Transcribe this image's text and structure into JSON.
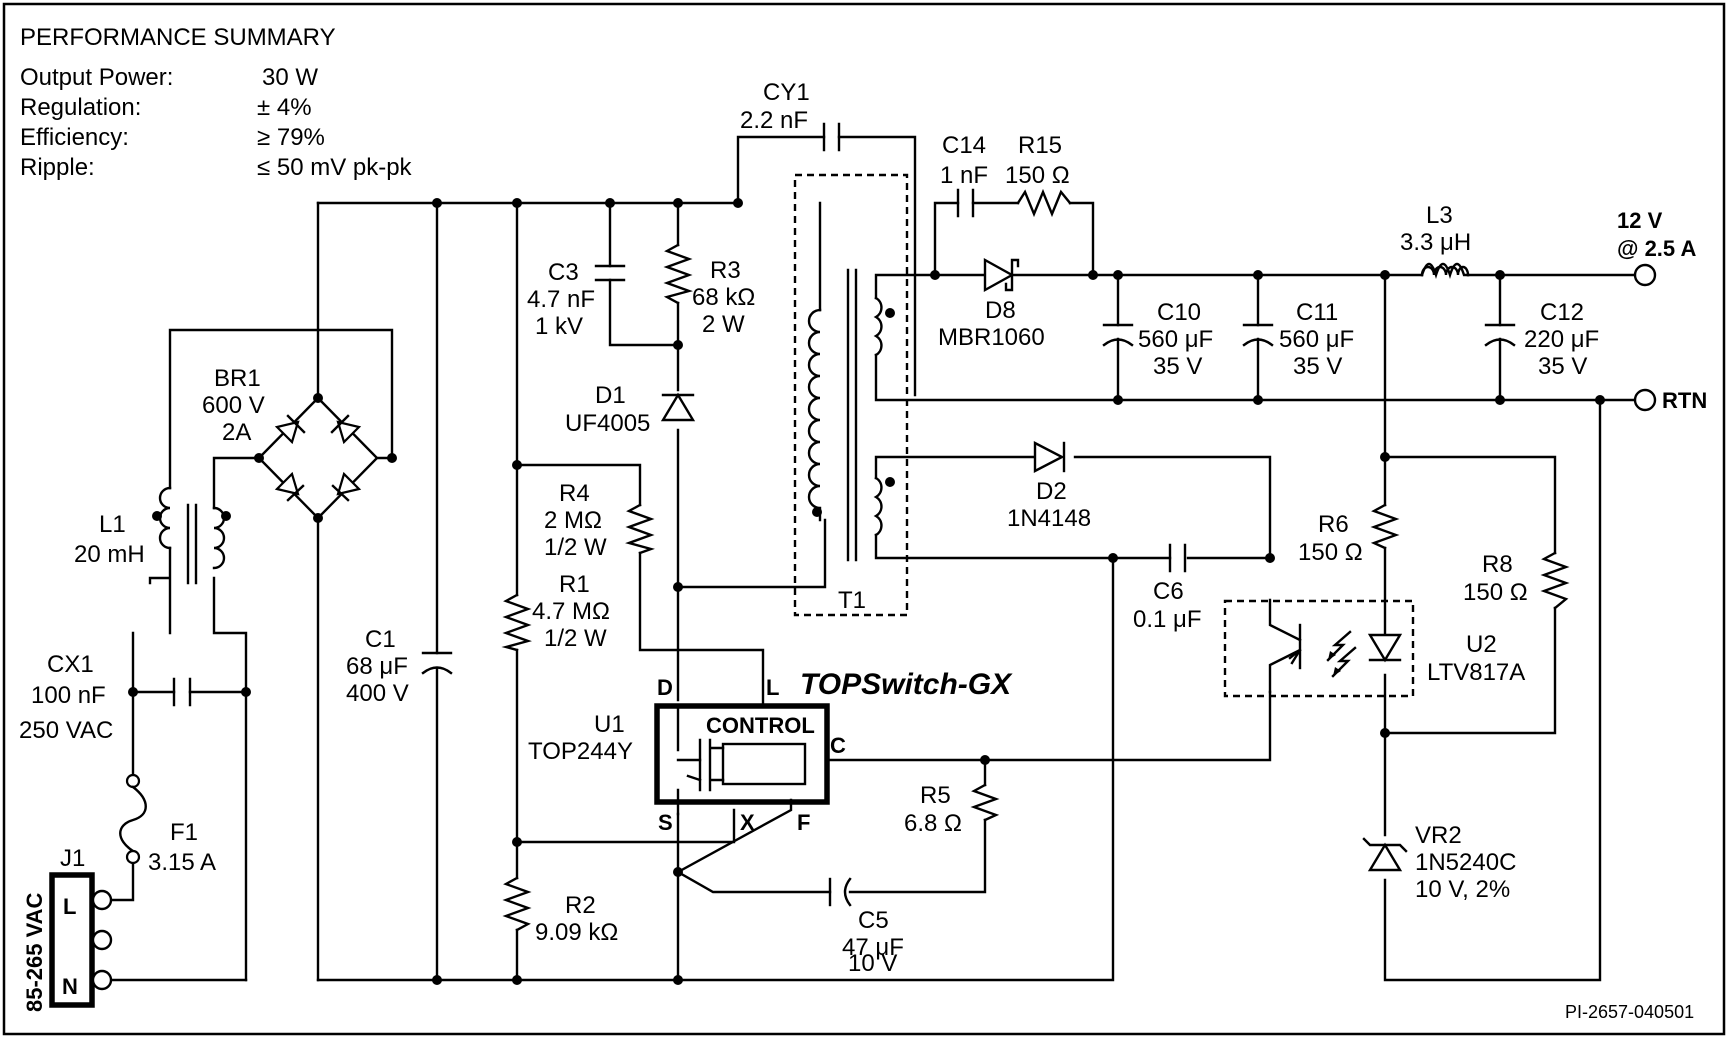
{
  "summary": {
    "title": "PERFORMANCE SUMMARY",
    "rows": [
      {
        "label": "Output Power:",
        "value": "30 W"
      },
      {
        "label": "Regulation:",
        "value": "± 4%"
      },
      {
        "label": "Efficiency:",
        "value": "≥ 79%"
      },
      {
        "label": "Ripple:",
        "value": "≤ 50 mV pk-pk"
      }
    ]
  },
  "labels": {
    "cy1_name": "CY1",
    "cy1_val": "2.2 nF",
    "c14_name": "C14",
    "c14_val": "1 nF",
    "r15_name": "R15",
    "r15_val": "150 Ω",
    "out_v": "12 V",
    "out_a": "@ 2.5 A",
    "rtn": "RTN",
    "l3_name": "L3",
    "l3_val": "3.3 μH",
    "c3_name": "C3",
    "c3_val1": "4.7 nF",
    "c3_val2": "1 kV",
    "r3_name": "R3",
    "r3_val1": "68 kΩ",
    "r3_val2": "2 W",
    "d8_name": "D8",
    "d8_val": "MBR1060",
    "c10_name": "C10",
    "c10_val1": "560 μF",
    "c10_val2": "35 V",
    "c11_name": "C11",
    "c11_val1": "560 μF",
    "c11_val2": "35 V",
    "c12_name": "C12",
    "c12_val1": "220 μF",
    "c12_val2": "35 V",
    "br1_name": "BR1",
    "br1_val1": "600 V",
    "br1_val2": "2A",
    "d1_name": "D1",
    "d1_val": "UF4005",
    "d2_name": "D2",
    "d2_val": "1N4148",
    "l1_name": "L1",
    "l1_val": "20 mH",
    "r4_name": "R4",
    "r4_val1": "2 MΩ",
    "r4_val2": "1/2 W",
    "r6_name": "R6",
    "r6_val": "150 Ω",
    "r8_name": "R8",
    "r8_val": "150 Ω",
    "r1_name": "R1",
    "r1_val1": "4.7 MΩ",
    "r1_val2": "1/2 W",
    "t1_name": "T1",
    "c6_name": "C6",
    "c6_val": "0.1 μF",
    "c1_name": "C1",
    "c1_val1": "68 μF",
    "c1_val2": "400 V",
    "cx1_name": "CX1",
    "cx1_val1": "100 nF",
    "cx1_val2": "250 VAC",
    "u2_name": "U2",
    "u2_val": "LTV817A",
    "u1_name": "U1",
    "u1_val": "TOP244Y",
    "topswitch": "TOPSwitch-GX",
    "control": "CONTROL",
    "pin_d": "D",
    "pin_l": "L",
    "pin_c": "C",
    "pin_s": "S",
    "pin_x": "X",
    "pin_f": "F",
    "r5_name": "R5",
    "r5_val": "6.8 Ω",
    "f1_name": "F1",
    "f1_val": "3.15 A",
    "j1_name": "J1",
    "j1_l": "L",
    "j1_n": "N",
    "input_range": "85-265 VAC",
    "vr2_name": "VR2",
    "vr2_val1": "1N5240C",
    "vr2_val2": "10 V, 2%",
    "r2_name": "R2",
    "r2_val": "9.09 kΩ",
    "c5_name": "C5",
    "c5_val1": "47 μF",
    "c5_val2": "10 V",
    "doc_id": "PI-2657-040501"
  }
}
